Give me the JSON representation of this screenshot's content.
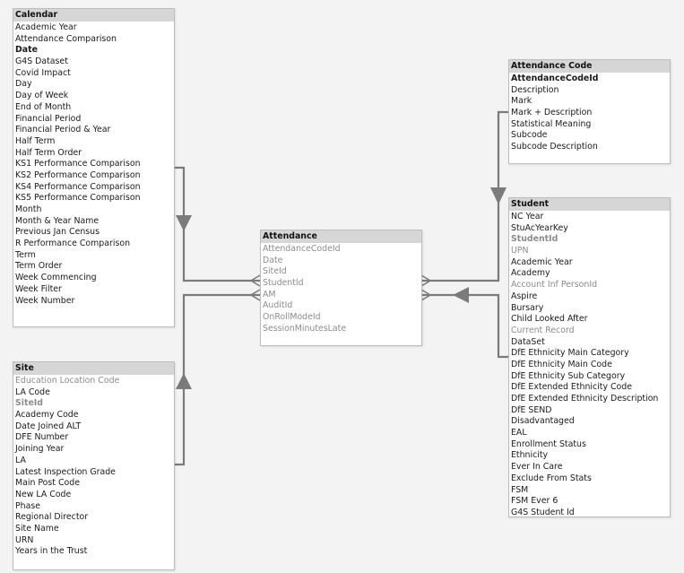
{
  "colors": {
    "connector": "#7b7b7b",
    "header": "#d6d6d6",
    "hidden_field": "#8c8c8c"
  },
  "tables": [
    {
      "id": "calendar",
      "title": "Calendar",
      "fields": [
        {
          "label": "Academic Year"
        },
        {
          "label": "Attendance Comparison"
        },
        {
          "label": "Date",
          "style": "bold"
        },
        {
          "label": "G4S Dataset"
        },
        {
          "label": "Covid Impact"
        },
        {
          "label": "Day"
        },
        {
          "label": "Day of Week"
        },
        {
          "label": "End of Month"
        },
        {
          "label": "Financial Period"
        },
        {
          "label": "Financial Period & Year"
        },
        {
          "label": "Half Term"
        },
        {
          "label": "Half Term Order"
        },
        {
          "label": "KS1 Performance Comparison"
        },
        {
          "label": "KS2 Performance Comparison"
        },
        {
          "label": "KS4 Performance Comparison"
        },
        {
          "label": "KS5 Performance Comparison"
        },
        {
          "label": "Month"
        },
        {
          "label": "Month & Year Name"
        },
        {
          "label": "Previous Jan Census"
        },
        {
          "label": "R Performance Comparison"
        },
        {
          "label": "Term"
        },
        {
          "label": "Term Order"
        },
        {
          "label": "Week Commencing"
        },
        {
          "label": "Week Filter"
        },
        {
          "label": "Week Number"
        }
      ]
    },
    {
      "id": "site",
      "title": "Site",
      "fields": [
        {
          "label": "Education Location Code",
          "style": "muted"
        },
        {
          "label": "LA Code"
        },
        {
          "label": "SiteId",
          "style": "key"
        },
        {
          "label": "Academy Code"
        },
        {
          "label": "Date Joined ALT"
        },
        {
          "label": "DFE Number"
        },
        {
          "label": "Joining Year"
        },
        {
          "label": "LA"
        },
        {
          "label": "Latest Inspection Grade"
        },
        {
          "label": "Main Post Code"
        },
        {
          "label": "New LA Code"
        },
        {
          "label": "Phase"
        },
        {
          "label": "Regional Director"
        },
        {
          "label": "Site Name"
        },
        {
          "label": "URN"
        },
        {
          "label": "Years in the Trust"
        }
      ]
    },
    {
      "id": "attendance",
      "title": "Attendance",
      "fields": [
        {
          "label": "AttendanceCodeId",
          "style": "muted"
        },
        {
          "label": "Date",
          "style": "muted"
        },
        {
          "label": "SiteId",
          "style": "muted"
        },
        {
          "label": "StudentId",
          "style": "muted"
        },
        {
          "label": "AM",
          "style": "muted"
        },
        {
          "label": "AuditId",
          "style": "muted"
        },
        {
          "label": "OnRollModeId",
          "style": "muted"
        },
        {
          "label": "SessionMinutesLate",
          "style": "muted"
        }
      ]
    },
    {
      "id": "attendance-code",
      "title": "Attendance Code",
      "fields": [
        {
          "label": "AttendanceCodeId",
          "style": "bold"
        },
        {
          "label": "Description"
        },
        {
          "label": "Mark"
        },
        {
          "label": "Mark + Description"
        },
        {
          "label": "Statistical Meaning"
        },
        {
          "label": "Subcode"
        },
        {
          "label": "Subcode Description"
        }
      ]
    },
    {
      "id": "student",
      "title": "Student",
      "fields": [
        {
          "label": "NC Year"
        },
        {
          "label": "StuAcYearKey"
        },
        {
          "label": "StudentId",
          "style": "key"
        },
        {
          "label": "UPN",
          "style": "muted"
        },
        {
          "label": "Academic Year"
        },
        {
          "label": "Academy"
        },
        {
          "label": "Account Inf PersonId",
          "style": "muted"
        },
        {
          "label": "Aspire"
        },
        {
          "label": "Bursary"
        },
        {
          "label": "Child Looked After"
        },
        {
          "label": "Current Record",
          "style": "muted"
        },
        {
          "label": "DataSet"
        },
        {
          "label": "DfE Ethnicity Main Category"
        },
        {
          "label": "DfE Ethnicity Main Code"
        },
        {
          "label": "DfE Ethnicity Sub Category"
        },
        {
          "label": "DfE Extended Ethnicity Code"
        },
        {
          "label": "DfE Extended Ethnicity Description"
        },
        {
          "label": "DfE SEND"
        },
        {
          "label": "Disadvantaged"
        },
        {
          "label": "EAL"
        },
        {
          "label": "Enrollment Status"
        },
        {
          "label": "Ethnicity"
        },
        {
          "label": "Ever In Care"
        },
        {
          "label": "Exclude From Stats"
        },
        {
          "label": "FSM"
        },
        {
          "label": "FSM Ever 6"
        },
        {
          "label": "G4S Student Id"
        }
      ]
    }
  ]
}
